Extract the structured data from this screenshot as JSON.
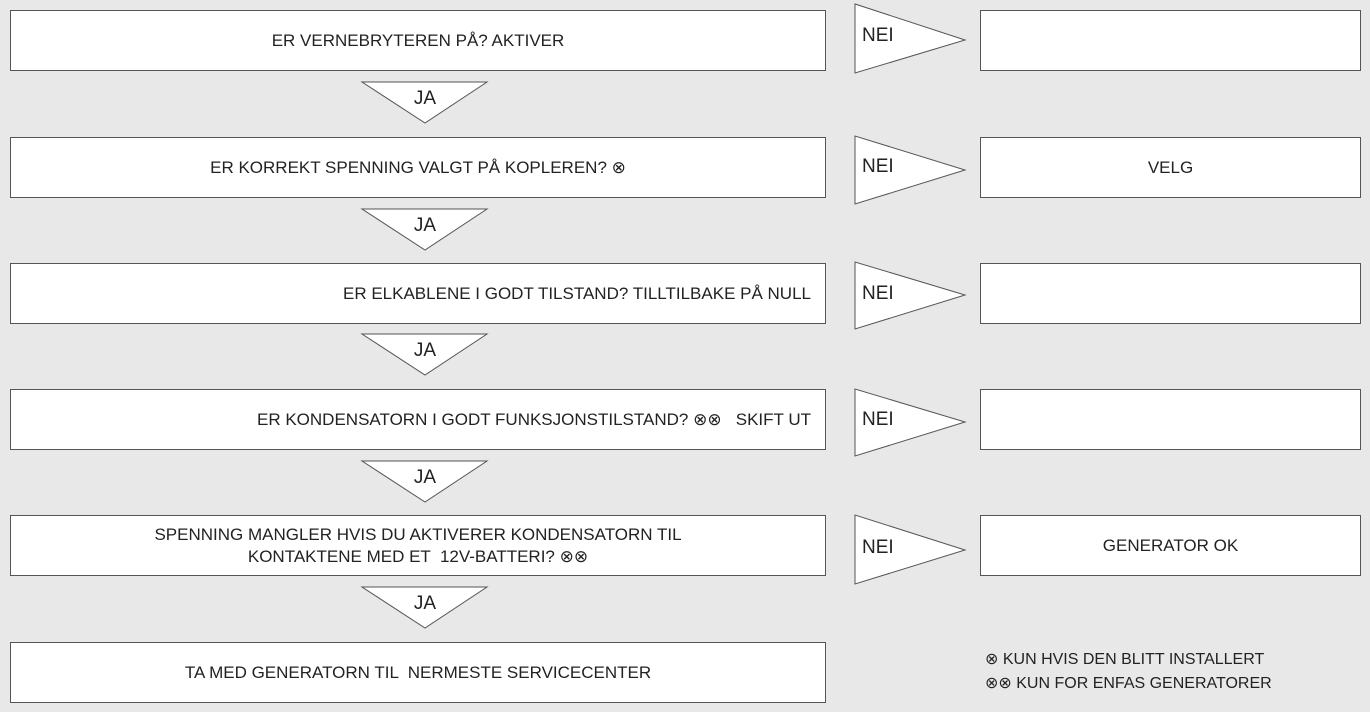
{
  "questions": [
    "ER VERNEBRYTEREN PÅ? AKTIVER",
    "ER KORREKT SPENNING VALGT PÅ KOPLEREN? ⊗",
    "ER ELKABLENE I GODT TILSTAND? TILLTILBAKE PÅ NULL",
    "ER KONDENSATORN I GODT FUNKSJONSTILSTAND? ⊗⊗   SKIFT UT"
  ],
  "question5": {
    "line1": "SPENNING MANGLER HVIS DU AKTIVERER KONDENSATORN TIL",
    "line2": "KONTAKTENE MED ET  12V-BATTERI? ⊗⊗"
  },
  "final": "TA MED GENERATORN TIL  NERMESTE SERVICECENTER",
  "no_label": "NEI",
  "yes_label": "JA",
  "results": [
    "",
    "VELG",
    "",
    "",
    "GENERATOR OK"
  ],
  "legend": [
    "⊗ KUN HVIS DEN BLITT INSTALLERT",
    "⊗⊗ KUN FOR ENFAS GENERATORER"
  ]
}
